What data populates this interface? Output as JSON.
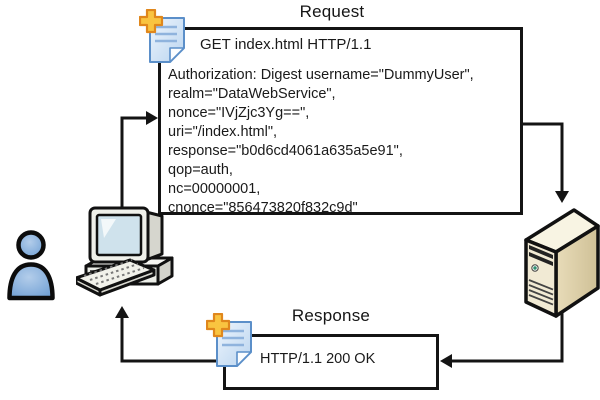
{
  "request": {
    "title": "Request",
    "request_line": "GET index.html HTTP/1.1",
    "auth_lines": [
      "Authorization: Digest username=\"DummyUser\",",
      "realm=\"DataWebService\",",
      "nonce=\"IVjZjc3Yg==\",",
      "uri=\"/index.html\",",
      "response=\"b0d6cd4061a635a5e91\",",
      "qop=auth,",
      "nc=00000001,",
      "cnonce=\"856473820f832c9d\""
    ]
  },
  "response": {
    "title": "Response",
    "status_line": "HTTP/1.1 200 OK"
  },
  "icons": {
    "user": "user-icon",
    "client": "client-computer-icon",
    "server": "server-icon",
    "request_note": "new-document-icon",
    "response_note": "new-document-icon"
  },
  "colors": {
    "line": "#141414",
    "person_blue": "#7aa7dc",
    "note_fill": "#cfe2f6",
    "note_border": "#5b8fc9",
    "plus_orange": "#e0871c",
    "plus_fill": "#f9c440",
    "server_front": "#f1ead4",
    "server_side": "#dccfa8",
    "screen_blue": "#cfe2ec"
  }
}
